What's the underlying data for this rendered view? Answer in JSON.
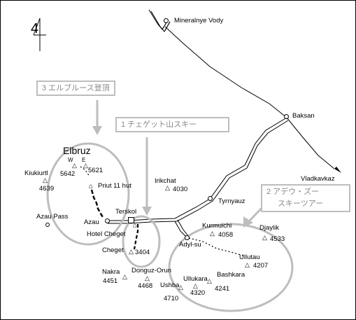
{
  "title_marker": "4",
  "places": {
    "mineralnye_vody": "Mineralnye Vody",
    "baksan": "Baksan",
    "vladkavkaz": "Vladkavkaz",
    "tyrnyauz": "Tyrnyauz",
    "elbruz": "Elbruz",
    "w": "W",
    "e": "E",
    "elbruz_w_elev": "5642",
    "elbruz_e_elev": "5621",
    "kiukiurtl": "Kiukiurtl",
    "kiukiurtl_elev": "4639",
    "priut": "Priut 11 hut",
    "azau_pass": "Azau Pass",
    "azau": "Azau",
    "terskol": "Terskol",
    "hotel_cheget": "Hotel Cheget",
    "cheget": "Cheget",
    "cheget_elev": "3404",
    "irikchat": "Irikchat",
    "irikchat_elev": "4030",
    "kurmuichi": "Kurmuichi",
    "kurmuichi_elev": "4058",
    "djaylik": "Djaylik",
    "djaylik_elev": "4533",
    "adyl_su": "Adyl-su",
    "ullutau": "Ullutau",
    "ullutau_elev": "4207",
    "bashkara": "Bashkara",
    "bashkara_elev": "4241",
    "ullukara": "Ullukara",
    "ullukara_elev": "4320",
    "nakra": "Nakra",
    "nakra_elev": "4451",
    "donguz_orun": "Donguz-Orun",
    "donguz_orun_elev": "4468",
    "ushba": "Ushba",
    "ushba_elev": "4710"
  },
  "callouts": {
    "c3": "3 エルブルース登頂",
    "c1": "1 チェゲット山スキー",
    "c2_line1": "2 アデウ・ズー",
    "c2_line2": "スキーツアー"
  },
  "colors": {
    "callout_border": "#bdbdbd",
    "callout_text": "#8a8a8a",
    "ink": "#000000"
  }
}
